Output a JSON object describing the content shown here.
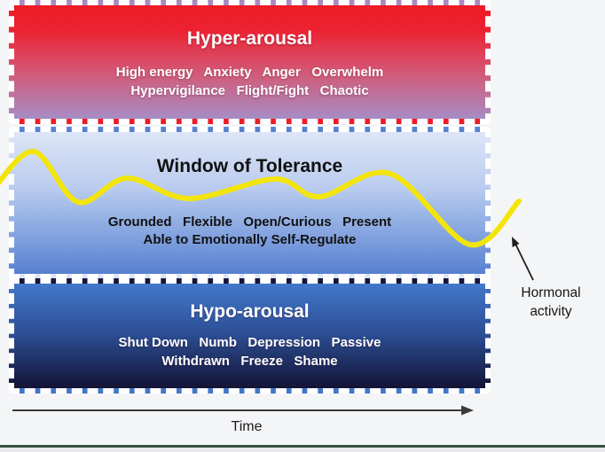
{
  "zones": {
    "hyper": {
      "title": "Hyper-arousal",
      "lines": [
        "High energy   Anxiety   Anger   Overwhelm",
        "Hypervigilance   Flight/Fight   Chaotic"
      ],
      "color_top": "#ee1b23",
      "color_bottom": "#a78cc4"
    },
    "window": {
      "title": "Window of Tolerance",
      "lines": [
        "Grounded   Flexible   Open/Curious   Present",
        "Able to Emotionally Self-Regulate"
      ],
      "color_top": "#dde6f7",
      "color_bottom": "#5680cf"
    },
    "hypo": {
      "title": "Hypo-arousal",
      "lines": [
        "Shut Down   Numb   Depression   Passive",
        "Withdrawn   Freeze   Shame"
      ],
      "color_top": "#4478ca",
      "color_bottom": "#131335"
    }
  },
  "annotations": {
    "hormonal": {
      "lines": [
        "Hormonal",
        "activity"
      ]
    },
    "time_axis": {
      "label": "Time"
    }
  },
  "curve": {
    "label": "hormonal-activity-curve",
    "color": "#f3e50c",
    "stroke_width": 6,
    "points": [
      [
        -8,
        214
      ],
      [
        38,
        171
      ],
      [
        88,
        228
      ],
      [
        143,
        201
      ],
      [
        213,
        224
      ],
      [
        310,
        202
      ],
      [
        360,
        222
      ],
      [
        440,
        196
      ],
      [
        530,
        276
      ],
      [
        585,
        227
      ]
    ]
  },
  "border_style": {
    "dash_color": "#ffffff",
    "background": "#f4f5f7",
    "bottom_edge_color": "#35503f"
  }
}
